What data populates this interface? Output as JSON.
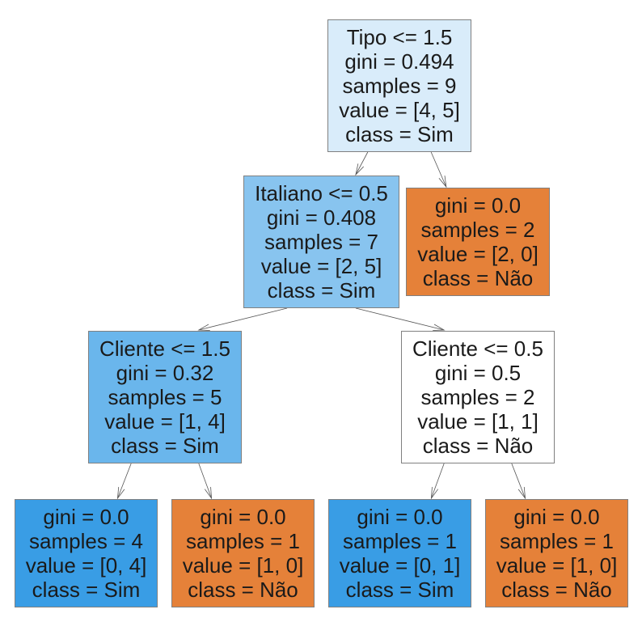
{
  "tree": {
    "nodes": [
      {
        "id": "n0",
        "lines": [
          "Tipo <= 1.5",
          "gini = 0.494",
          "samples = 9",
          "value = [4, 5]",
          "class = Sim"
        ],
        "color": "#d9ecfa"
      },
      {
        "id": "n1",
        "lines": [
          "Italiano <= 0.5",
          "gini = 0.408",
          "samples = 7",
          "value = [2, 5]",
          "class = Sim"
        ],
        "color": "#88c4ef"
      },
      {
        "id": "n2",
        "lines": [
          "gini = 0.0",
          "samples = 2",
          "value = [2, 0]",
          "class = Não"
        ],
        "color": "#e58139"
      },
      {
        "id": "n3",
        "lines": [
          "Cliente <= 1.5",
          "gini = 0.32",
          "samples = 5",
          "value = [1, 4]",
          "class = Sim"
        ],
        "color": "#6ab6ec"
      },
      {
        "id": "n4",
        "lines": [
          "Cliente <= 0.5",
          "gini = 0.5",
          "samples = 2",
          "value = [1, 1]",
          "class = Não"
        ],
        "color": "#ffffff"
      },
      {
        "id": "n5",
        "lines": [
          "gini = 0.0",
          "samples = 4",
          "value = [0, 4]",
          "class = Sim"
        ],
        "color": "#399de5"
      },
      {
        "id": "n6",
        "lines": [
          "gini = 0.0",
          "samples = 1",
          "value = [1, 0]",
          "class = Não"
        ],
        "color": "#e58139"
      },
      {
        "id": "n7",
        "lines": [
          "gini = 0.0",
          "samples = 1",
          "value = [0, 1]",
          "class = Sim"
        ],
        "color": "#399de5"
      },
      {
        "id": "n8",
        "lines": [
          "gini = 0.0",
          "samples = 1",
          "value = [1, 0]",
          "class = Não"
        ],
        "color": "#e58139"
      }
    ],
    "edges": [
      [
        "n0",
        "n1"
      ],
      [
        "n0",
        "n2"
      ],
      [
        "n1",
        "n3"
      ],
      [
        "n1",
        "n4"
      ],
      [
        "n3",
        "n5"
      ],
      [
        "n3",
        "n6"
      ],
      [
        "n4",
        "n7"
      ],
      [
        "n4",
        "n8"
      ]
    ]
  }
}
